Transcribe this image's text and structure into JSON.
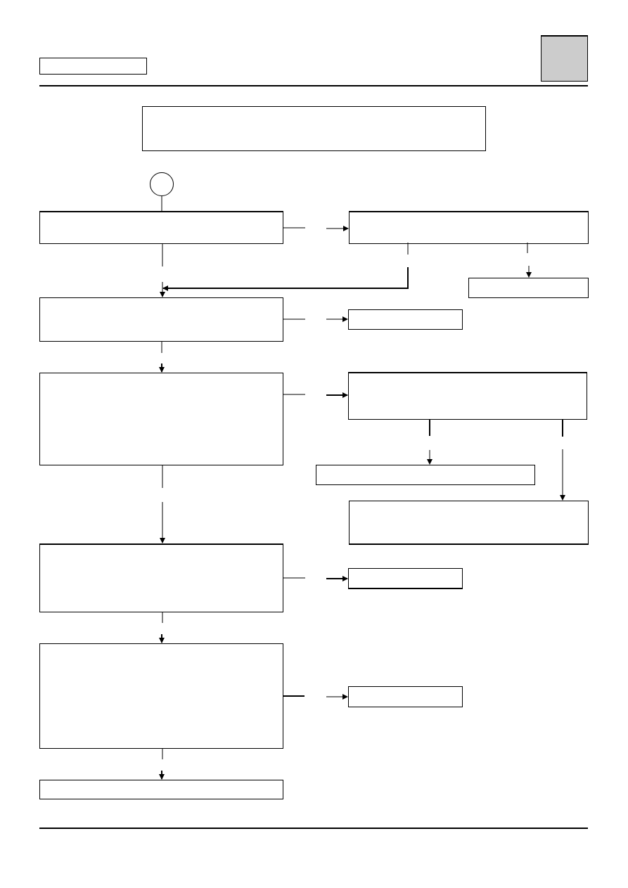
{
  "header": {
    "tag_label": "",
    "section_tab": ""
  },
  "title": {
    "text": ""
  },
  "start_node": {
    "label": ""
  },
  "steps": [
    {
      "id": "step-1",
      "text": ""
    },
    {
      "id": "step-2",
      "text": ""
    },
    {
      "id": "step-3",
      "text": ""
    },
    {
      "id": "step-4",
      "text": ""
    },
    {
      "id": "step-5",
      "text": ""
    },
    {
      "id": "step-end",
      "text": ""
    }
  ],
  "branches": [
    {
      "id": "branch-1",
      "text": ""
    },
    {
      "id": "branch-1-result",
      "text": ""
    },
    {
      "id": "branch-2",
      "text": ""
    },
    {
      "id": "branch-3",
      "text": ""
    },
    {
      "id": "branch-3-result-a",
      "text": ""
    },
    {
      "id": "branch-3-result-b",
      "text": ""
    },
    {
      "id": "branch-4",
      "text": ""
    },
    {
      "id": "branch-5",
      "text": ""
    }
  ],
  "colors": {
    "line": "#000000",
    "tab_fill": "#cccccc",
    "background": "#ffffff"
  }
}
